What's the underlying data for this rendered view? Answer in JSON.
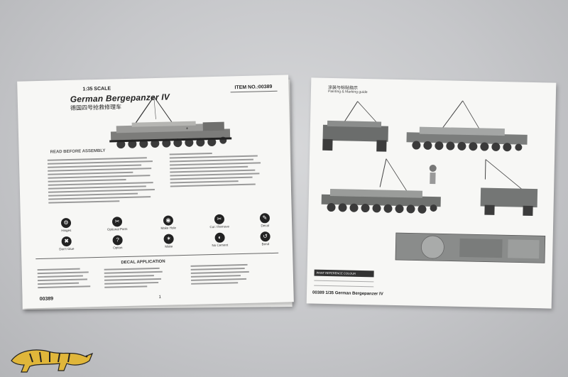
{
  "left_page": {
    "scale": "1:35 SCALE",
    "title_en": "German Bergepanzer IV",
    "title_cn": "德国四号抢救修理车",
    "item_no": "ITEM NO.:00389",
    "read_before": "READ BEFORE ASSEMBLY",
    "icons": [
      {
        "name": "Hinges",
        "glyph": "⚙"
      },
      {
        "name": "Optional Parts",
        "glyph": "✂"
      },
      {
        "name": "Make Hole",
        "glyph": "◉"
      },
      {
        "name": "Cut / Remove",
        "glyph": "✂"
      },
      {
        "name": "Decal",
        "glyph": "✎"
      },
      {
        "name": "Don't Glue",
        "glyph": "✖"
      },
      {
        "name": "Option",
        "glyph": "?"
      },
      {
        "name": "Make",
        "glyph": "✶"
      },
      {
        "name": "No Cement",
        "glyph": "◐"
      },
      {
        "name": "Bend",
        "glyph": "↺"
      }
    ],
    "decal_title": "DECAL APPLICATION",
    "footer_item": "00389",
    "page_number": "1"
  },
  "right_page": {
    "title_cn": "涂装与标贴指示",
    "title_en": "Painting & Marking guide",
    "footer": "00389 1/35 German Bergepanzer IV",
    "colour_table_header": "PAINT REFERENCE COLOUR"
  },
  "colors": {
    "background": "#c9cacd",
    "paper": "#f7f7f5",
    "ink": "#222222",
    "tiger_yellow": "#e0b63a"
  }
}
